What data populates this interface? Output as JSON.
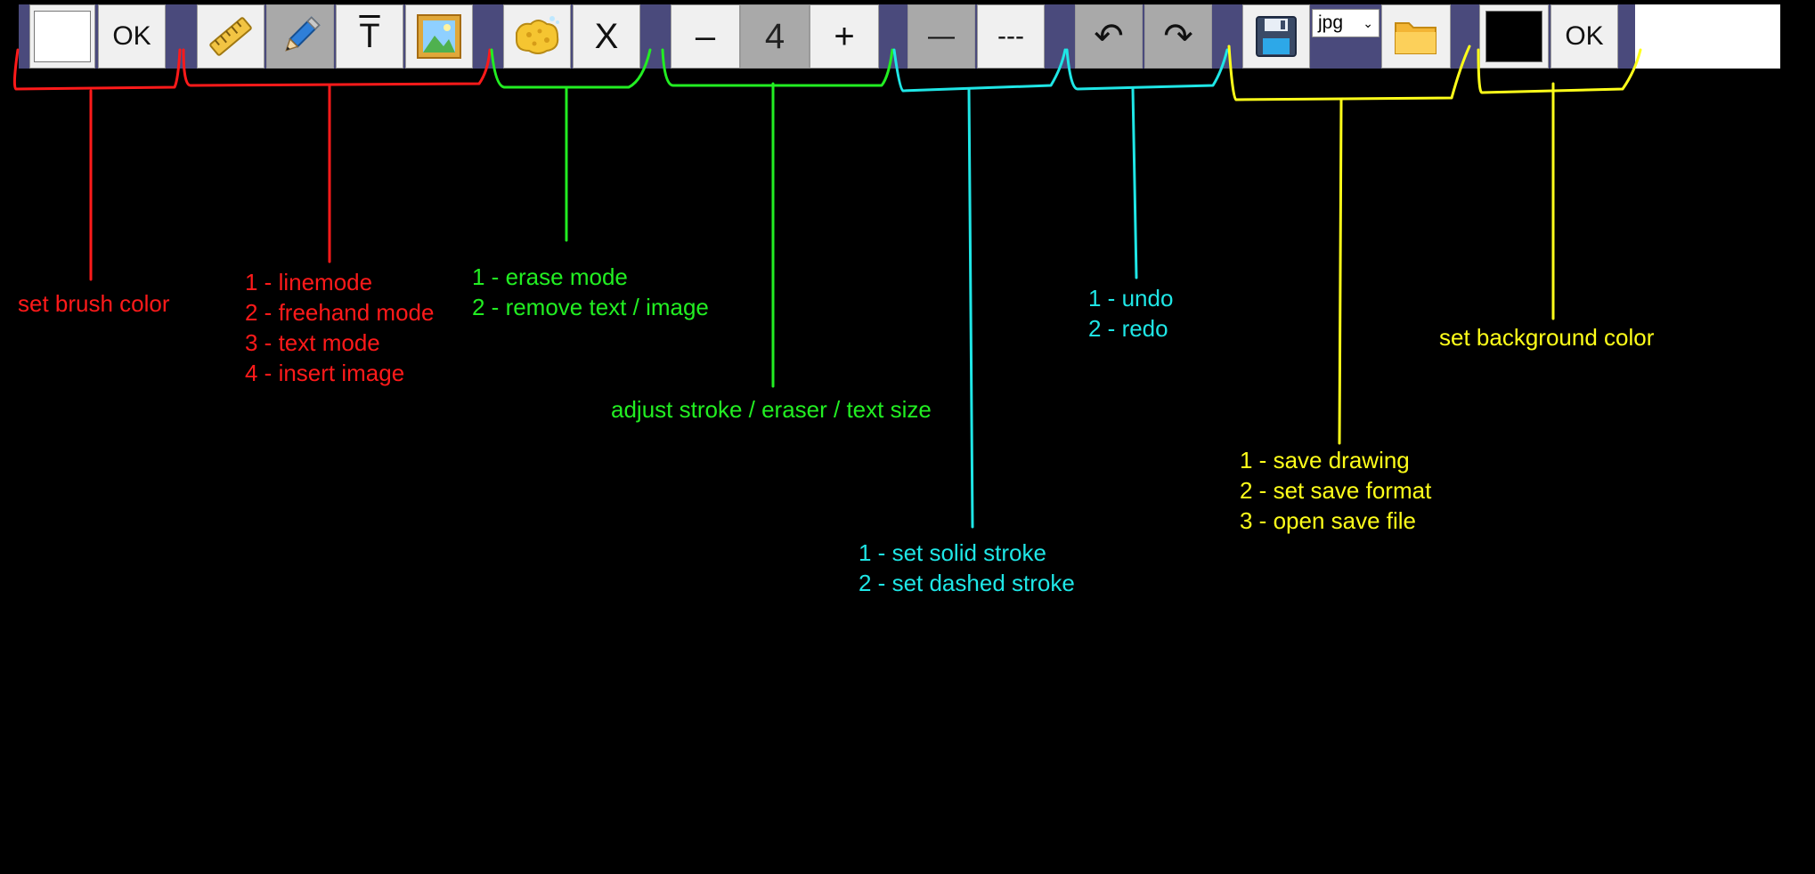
{
  "toolbar": {
    "brush_color_ok_label": "OK",
    "size_minus_label": "–",
    "stroke_size": "4",
    "size_plus_label": "+",
    "solid_stroke_label": "—",
    "dashed_stroke_label": "---",
    "undo_glyph": "↶",
    "redo_glyph": "↷",
    "remove_label": "X",
    "text_glyph": "T",
    "save_format": "jpg",
    "bg_color_ok_label": "OK",
    "brush_color": "#ffffff",
    "background_color": "#000000",
    "icons": [
      "ruler-icon",
      "pencil-icon",
      "text-icon",
      "picture-icon",
      "sponge-icon",
      "save-disk-icon",
      "folder-icon"
    ]
  },
  "annotations": {
    "brush_color": "set brush color",
    "modes": [
      "1 - linemode",
      "2 - freehand mode",
      "3 - text mode",
      "4 - insert image"
    ],
    "erase": [
      "1 - erase mode",
      "2 - remove text / image"
    ],
    "size": "adjust stroke / eraser / text size",
    "stroke": [
      "1 - set solid stroke",
      "2 - set dashed stroke"
    ],
    "undo_redo": [
      "1 - undo",
      "2 - redo"
    ],
    "save": [
      "1 - save drawing",
      "2 - set save format",
      "3 - open save file"
    ],
    "bg_color": "set background color"
  },
  "colors": {
    "toolbar_bg": "#4a4a7c",
    "red": "#ff1a1a",
    "green": "#22ee22",
    "cyan": "#1fe6e6",
    "yellow": "#ffff1a"
  }
}
